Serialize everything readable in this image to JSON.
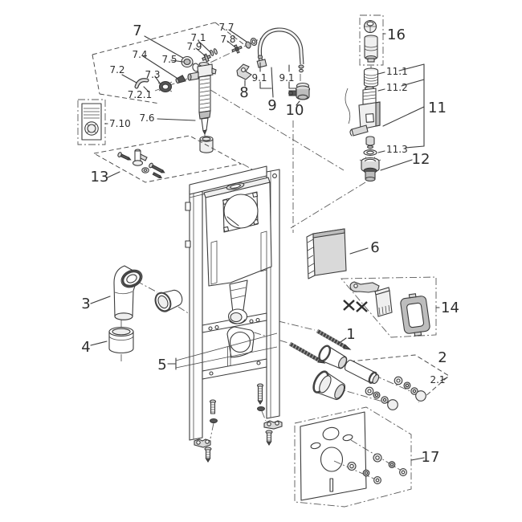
{
  "diagram": {
    "colors": {
      "background": "#ffffff",
      "line": "#3b3b3b",
      "part_gray": "#c7c7c7",
      "dark_part": "#555555"
    },
    "labels": {
      "p1": "1",
      "p2": "2",
      "p2_1": "2.1",
      "p3": "3",
      "p4": "4",
      "p5": "5",
      "p6": "6",
      "p7": "7",
      "p7_1": "7.1",
      "p7_2": "7.2",
      "p7_2_1": "7.2.1",
      "p7_3": "7.3",
      "p7_4": "7.4",
      "p7_5": "7.5",
      "p7_6": "7.6",
      "p7_7": "7.7",
      "p7_8": "7.8",
      "p7_9": "7.9",
      "p7_10": "7.10",
      "p8": "8",
      "p9": "9",
      "p9_1a": "9.1",
      "p9_1b": "9.1",
      "p10": "10",
      "p11": "11",
      "p11_1": "11.1",
      "p11_2": "11.2",
      "p11_3": "11.3",
      "p12": "12",
      "p13": "13",
      "p14": "14",
      "p16": "16",
      "p17": "17"
    }
  }
}
